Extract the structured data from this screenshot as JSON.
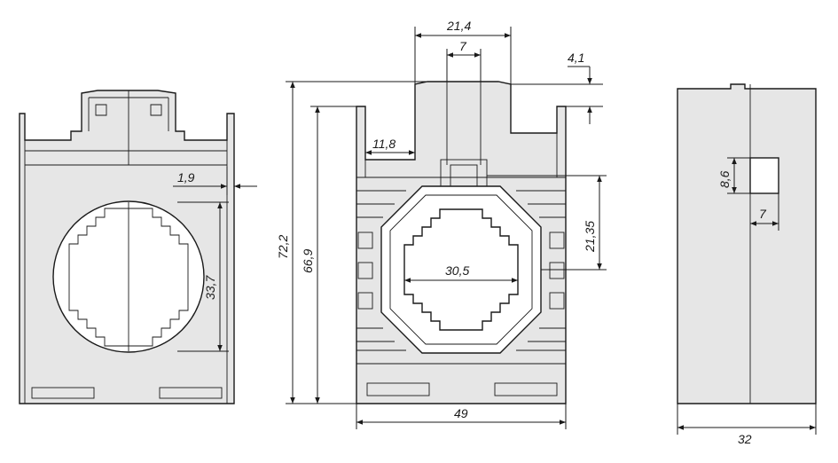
{
  "dimensions": {
    "top_width_inner": "21,4",
    "slot_width": "7",
    "top_offset": "4,1",
    "height_overall": "72,2",
    "height_body": "66,9",
    "tab_width": "11,8",
    "wall_thickness": "1,9",
    "window_height_left": "33,7",
    "window_half_height": "21,35",
    "window_width": "30,5",
    "body_width": "49",
    "side_slot_height": "8,6",
    "side_slot_width": "7",
    "side_depth": "32"
  },
  "colors": {
    "line": "#1a1a1a",
    "fill": "#e6e6e6",
    "background": "#ffffff"
  }
}
